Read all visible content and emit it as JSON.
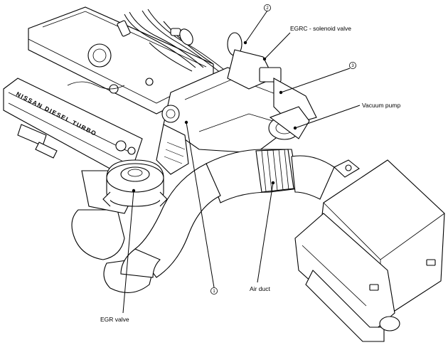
{
  "callouts": {
    "egrc_solenoid_valve": "EGRC - solenoid valve",
    "vacuum_pump": "Vacuum pump",
    "air_duct": "Air duct",
    "egr_valve": "EGR valve",
    "ref_1": "1",
    "ref_2": "2",
    "ref_3": "3"
  },
  "engine": {
    "rocker_cover_text": "NISSAN DIESEL TURBO"
  }
}
